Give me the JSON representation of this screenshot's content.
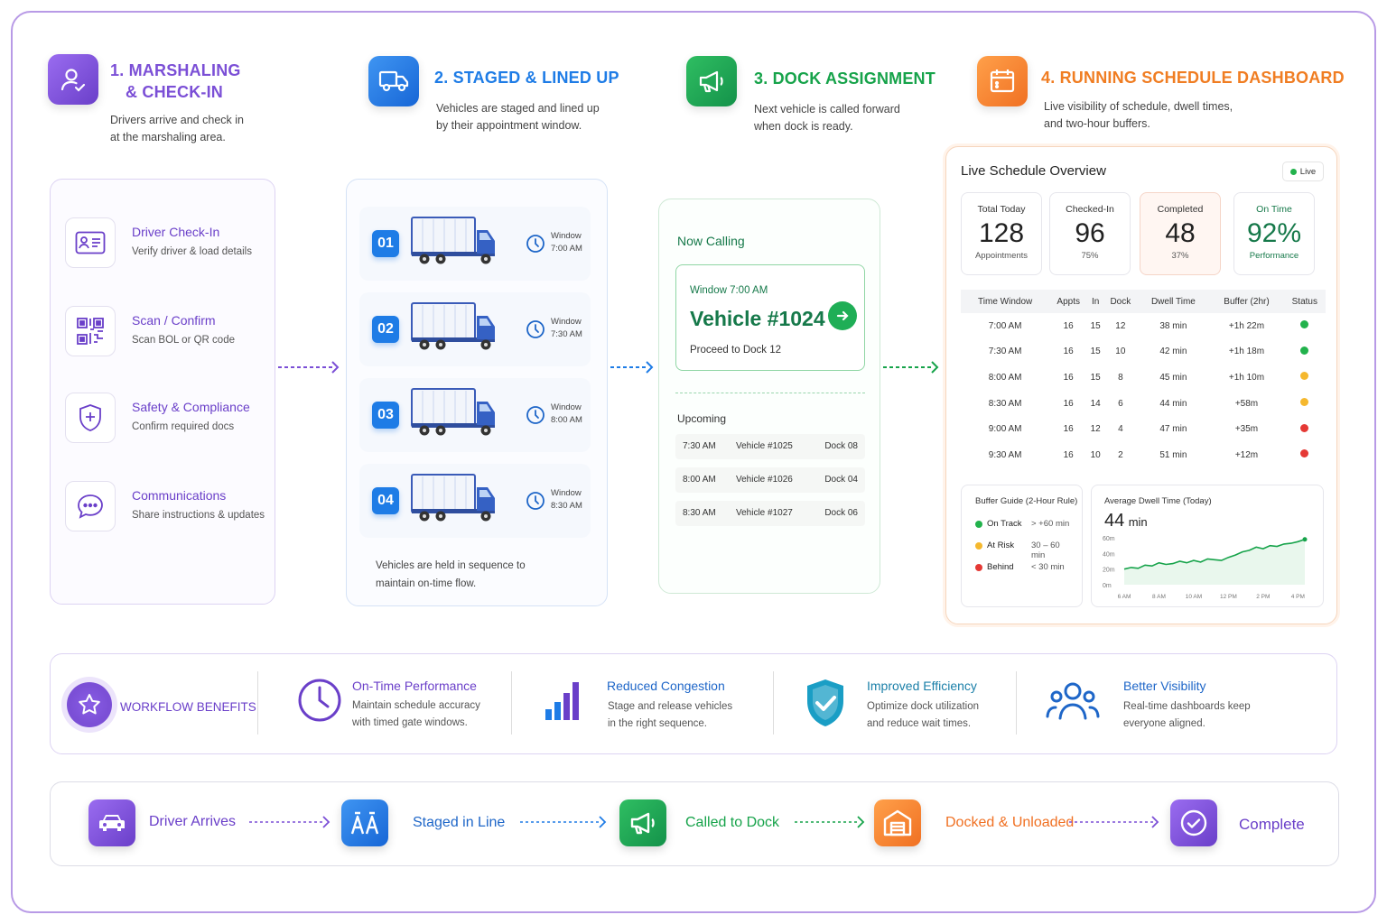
{
  "steps": [
    {
      "title_line1": "1. MARSHALING",
      "title_line2": "& CHECK-IN",
      "desc_line1": "Drivers arrive and check in",
      "desc_line2": "at the marshaling area.",
      "color": "#7b4fd6"
    },
    {
      "title": "2. STAGED & LINED UP",
      "desc_line1": "Vehicles are staged and lined up",
      "desc_line2": "by their appointment window.",
      "color": "#1e7ce6"
    },
    {
      "title": "3. DOCK ASSIGNMENT",
      "desc_line1": "Next vehicle is called forward",
      "desc_line2": "when dock is ready.",
      "color": "#16a34a"
    },
    {
      "title": "4. RUNNING SCHEDULE DASHBOARD",
      "desc_line1": "Live visibility of schedule, dwell times,",
      "desc_line2": "and two-hour buffers.",
      "color": "#f07d22"
    }
  ],
  "checkin_items": [
    {
      "title": "Driver Check-In",
      "desc": "Verify driver & load details",
      "icon": "id-card-icon"
    },
    {
      "title": "Scan / Confirm",
      "desc": "Scan BOL or QR code",
      "icon": "qr-code-icon"
    },
    {
      "title": "Safety & Compliance",
      "desc": "Confirm required docs",
      "icon": "shield-plus-icon"
    },
    {
      "title": "Communications",
      "desc": "Share instructions & updates",
      "icon": "chat-bubble-icon"
    }
  ],
  "staging": {
    "rows": [
      {
        "num": "01",
        "window_label": "Window",
        "time": "7:00 AM"
      },
      {
        "num": "02",
        "window_label": "Window",
        "time": "7:30 AM"
      },
      {
        "num": "03",
        "window_label": "Window",
        "time": "8:00 AM"
      },
      {
        "num": "04",
        "window_label": "Window",
        "time": "8:30 AM"
      }
    ],
    "note_line1": "Vehicles are held in sequence to",
    "note_line2": "maintain on-time flow."
  },
  "dock": {
    "now_calling": "Now Calling",
    "window": "Window 7:00 AM",
    "vehicle": "Vehicle #1024",
    "proceed": "Proceed to Dock 12",
    "upcoming_label": "Upcoming",
    "upcoming": [
      {
        "time": "7:30 AM",
        "vehicle": "Vehicle #1025",
        "dock": "Dock 08"
      },
      {
        "time": "8:00 AM",
        "vehicle": "Vehicle #1026",
        "dock": "Dock 04"
      },
      {
        "time": "8:30 AM",
        "vehicle": "Vehicle #1027",
        "dock": "Dock 06"
      }
    ]
  },
  "dashboard": {
    "title": "Live Schedule Overview",
    "live": "Live",
    "kpis": [
      {
        "label": "Total Today",
        "value": "128",
        "sub": "Appointments"
      },
      {
        "label": "Checked-In",
        "value": "96",
        "sub": "75%"
      },
      {
        "label": "Completed",
        "value": "48",
        "sub": "37%"
      },
      {
        "label": "On Time",
        "value": "92%",
        "sub": "Performance"
      }
    ],
    "columns": [
      "Time Window",
      "Appts",
      "In",
      "Dock",
      "Dwell Time",
      "Buffer (2hr)",
      "Status"
    ],
    "rows": [
      [
        "7:00 AM",
        "16",
        "15",
        "12",
        "38 min",
        "+1h 22m"
      ],
      [
        "7:30 AM",
        "16",
        "15",
        "10",
        "42 min",
        "+1h 18m"
      ],
      [
        "8:00 AM",
        "16",
        "15",
        "8",
        "45 min",
        "+1h 10m"
      ],
      [
        "8:30 AM",
        "16",
        "14",
        "6",
        "44 min",
        "+58m"
      ],
      [
        "9:00 AM",
        "16",
        "12",
        "4",
        "47 min",
        "+35m"
      ],
      [
        "9:30 AM",
        "16",
        "10",
        "2",
        "51 min",
        "+12m"
      ]
    ],
    "row_status": [
      "on-track",
      "on-track",
      "at-risk",
      "at-risk",
      "behind",
      "behind"
    ],
    "status_colors": {
      "on-track": "#22b24c",
      "at-risk": "#f5b82e",
      "behind": "#e53935"
    },
    "buffer_guide": {
      "title": "Buffer Guide (2-Hour Rule)",
      "items": [
        {
          "label": "On Track",
          "range": "> +60 min",
          "status": "on-track"
        },
        {
          "label": "At Risk",
          "range": "30 – 60 min",
          "status": "at-risk"
        },
        {
          "label": "Behind",
          "range": "< 30 min",
          "status": "behind"
        }
      ]
    },
    "dwell": {
      "title": "Average Dwell Time (Today)",
      "value": "44",
      "unit": "min"
    }
  },
  "chart_data": {
    "type": "area",
    "title": "Average Dwell Time (Today)",
    "x_ticks": [
      "6 AM",
      "8 AM",
      "10 AM",
      "12 PM",
      "2 PM",
      "4 PM"
    ],
    "y_ticks": [
      "60m",
      "40m",
      "20m",
      "0m"
    ],
    "ylim": [
      0,
      60
    ],
    "x_hours": [
      6.0,
      6.4,
      6.8,
      7.2,
      7.6,
      8.0,
      8.4,
      8.8,
      9.2,
      9.6,
      10.0,
      10.4,
      10.8,
      11.2,
      11.6,
      12.0,
      12.4,
      12.8,
      13.2,
      13.6,
      14.0,
      14.4,
      14.8,
      15.2,
      15.6,
      16.0,
      16.4
    ],
    "values": [
      20,
      22,
      21,
      25,
      24,
      28,
      26,
      27,
      30,
      28,
      31,
      29,
      33,
      32,
      31,
      35,
      38,
      42,
      44,
      48,
      46,
      50,
      49,
      52,
      53,
      55,
      58
    ],
    "grid": false,
    "line_color": "#16a34a"
  },
  "benefits": {
    "label": "WORKFLOW BENEFITS",
    "items": [
      {
        "title": "On-Time Performance",
        "desc_line1": "Maintain schedule accuracy",
        "desc_line2": "with timed gate windows.",
        "icon": "clock-icon"
      },
      {
        "title": "Reduced Congestion",
        "desc_line1": "Stage and release vehicles",
        "desc_line2": "in the right sequence.",
        "icon": "bar-chart-icon"
      },
      {
        "title": "Improved Efficiency",
        "desc_line1": "Optimize dock utilization",
        "desc_line2": "and reduce wait times.",
        "icon": "shield-check-icon"
      },
      {
        "title": "Better Visibility",
        "desc_line1": "Real-time dashboards keep",
        "desc_line2": "everyone aligned.",
        "icon": "team-icon"
      }
    ]
  },
  "flow": [
    {
      "label": "Driver Arrives",
      "icon": "car-icon",
      "color": "#7b4fd6"
    },
    {
      "label": "Staged in Line",
      "icon": "vehicles-lined-icon",
      "color": "#1e7ce6"
    },
    {
      "label": "Called to Dock",
      "icon": "megaphone-icon",
      "color": "#16a34a"
    },
    {
      "label": "Docked & Unloaded",
      "icon": "warehouse-icon",
      "color": "#f07d22"
    },
    {
      "label": "Complete",
      "icon": "check-circle-icon",
      "color": "#7b4fd6"
    }
  ]
}
